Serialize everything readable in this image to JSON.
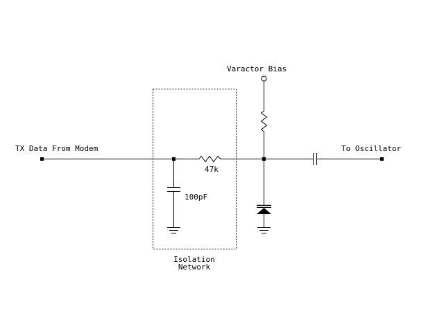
{
  "labels": {
    "input": "TX Data From Modem",
    "output": "To Oscillator",
    "bias": "Varactor Bias",
    "resistor_value": "47k",
    "capacitor_value": "100pF",
    "network_line1": "Isolation",
    "network_line2": "Network"
  },
  "colors": {
    "wire": "#000000",
    "background": "#ffffff"
  }
}
